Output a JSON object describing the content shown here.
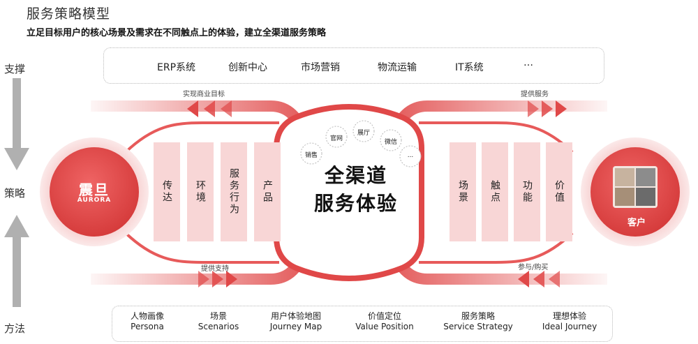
{
  "header": {
    "title": "服务策略模型",
    "subtitle": "立足目标用户的核心场景及需求在不同触点上的体验，建立全渠道服务策略"
  },
  "sides": {
    "top": "支撑",
    "middle": "策略",
    "bottom": "方法"
  },
  "support_systems": [
    "ERP系统",
    "创新中心",
    "市场营销",
    "物流运输",
    "IT系统",
    "…"
  ],
  "methods": [
    {
      "cn": "人物画像",
      "en": "Persona"
    },
    {
      "cn": "场景",
      "en": "Scenarios"
    },
    {
      "cn": "用户体验地图",
      "en": "Journey Map"
    },
    {
      "cn": "价值定位",
      "en": "Value Position"
    },
    {
      "cn": "服务策略",
      "en": "Service Strategy"
    },
    {
      "cn": "理想体验",
      "en": "Ideal Journey"
    }
  ],
  "brand": {
    "name": "震旦",
    "name_en": "AURORA"
  },
  "customer": {
    "label": "客户"
  },
  "center": {
    "line1": "全渠道",
    "line2": "服务体验"
  },
  "channels": [
    "销售",
    "官网",
    "展厅",
    "微信",
    "..."
  ],
  "left_strips": [
    "传达",
    "环境",
    "服务行为",
    "产品"
  ],
  "right_strips": [
    "场景",
    "触点",
    "功能",
    "价值"
  ],
  "arrows": {
    "top_left": "实现商业目标",
    "top_right": "提供服务",
    "bottom_left": "提供支持",
    "bottom_right": "参与/购买"
  },
  "colors": {
    "accent": "#e04848",
    "light": "#f8d6d6",
    "gray": "#a8a8a8"
  }
}
